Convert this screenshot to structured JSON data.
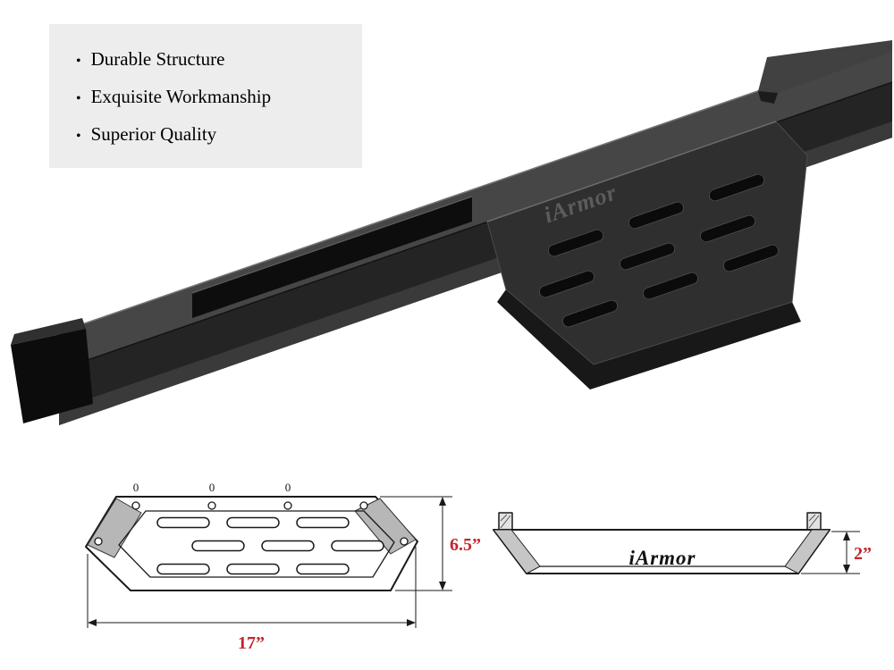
{
  "features": {
    "bullet": "•",
    "items": [
      "Durable Structure",
      "Exquisite Workmanship",
      "Superior Quality"
    ]
  },
  "product": {
    "brand": "iArmor"
  },
  "diagrams": {
    "top_view": {
      "hole_marks": [
        "0",
        "0",
        "0"
      ],
      "width_label": "17”",
      "height_label": "6.5”"
    },
    "side_view": {
      "brand": "iArmor",
      "height_label": "2”"
    }
  },
  "colors": {
    "feature_box_bg": "#ededed",
    "product_black": "#262626",
    "product_top_face": "#474747",
    "line_color": "#1a1a1a",
    "dimension_red": "#c5252b"
  }
}
